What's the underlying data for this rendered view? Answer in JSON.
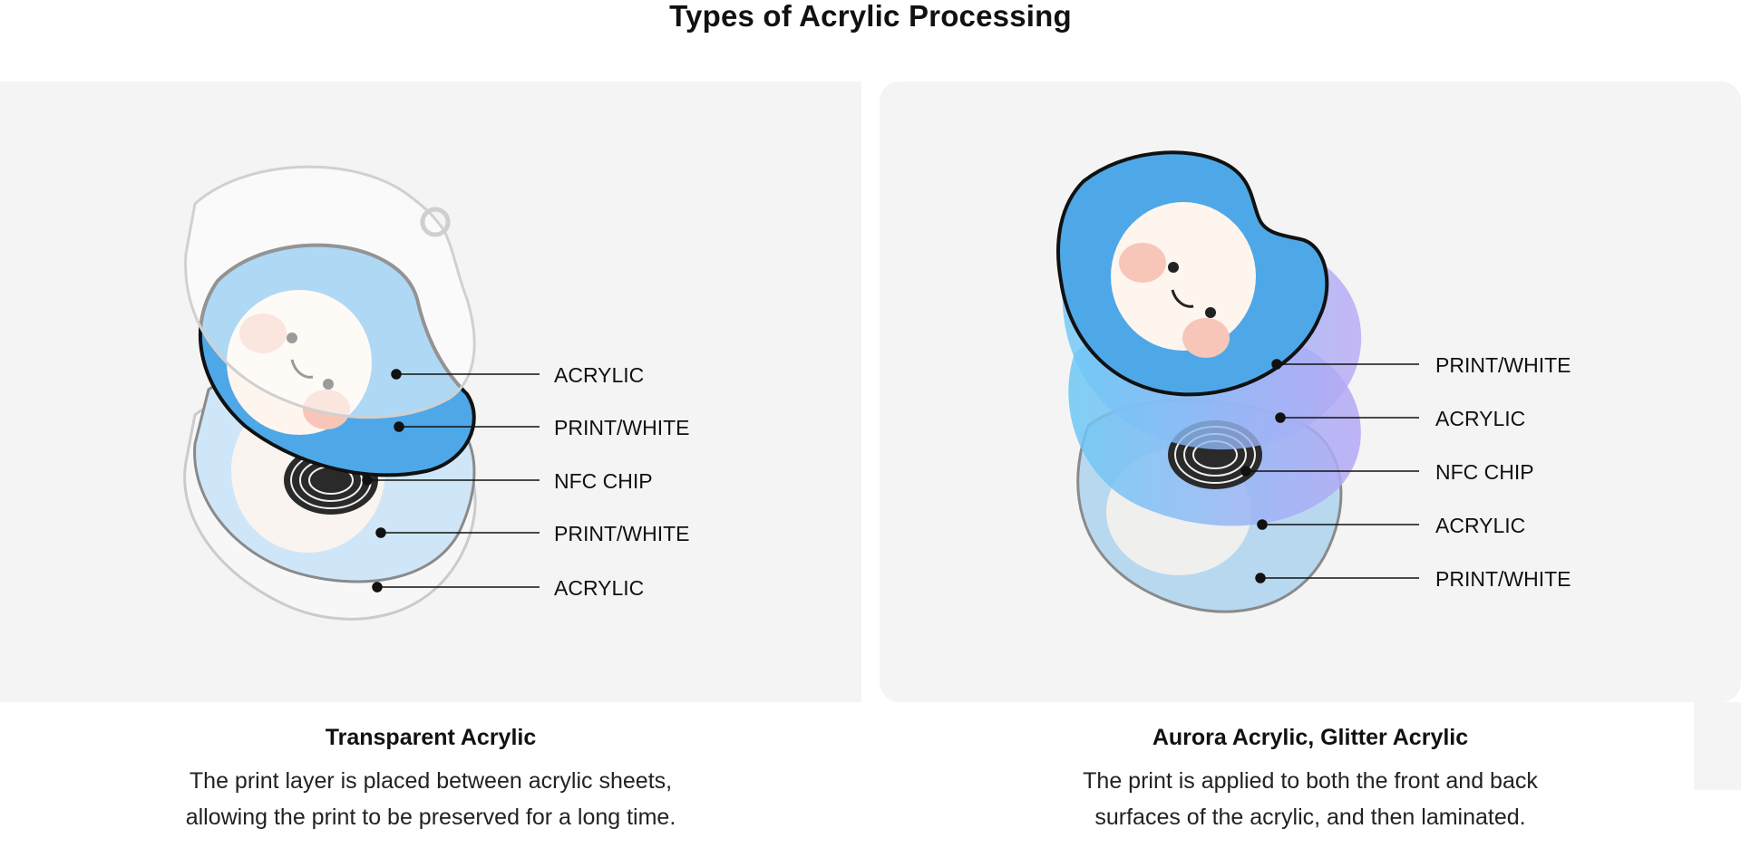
{
  "title": "Types of Acrylic Processing",
  "panels": [
    {
      "caption_title": "Transparent Acrylic",
      "description_lines": [
        "The print layer is placed between acrylic sheets,",
        "allowing the print to be preserved for a long time."
      ],
      "layers": [
        "ACRYLIC",
        "PRINT/WHITE",
        "NFC CHIP",
        "PRINT/WHITE",
        "ACRYLIC"
      ]
    },
    {
      "caption_title": "Aurora Acrylic, Glitter Acrylic",
      "description_lines": [
        "The print is applied to both the front and back",
        "surfaces of the acrylic, and then laminated."
      ],
      "layers": [
        "PRINT/WHITE",
        "ACRYLIC",
        "NFC CHIP",
        "ACRYLIC",
        "PRINT/WHITE"
      ]
    }
  ],
  "colors": {
    "panel_bg": "#f4f4f4",
    "print_blue": "#4ea8e8",
    "light_blue": "#bfe0f7",
    "aurora_purple": "#b6a8f5",
    "face": "#fdf5ee",
    "cheek": "#f7c6b8"
  }
}
